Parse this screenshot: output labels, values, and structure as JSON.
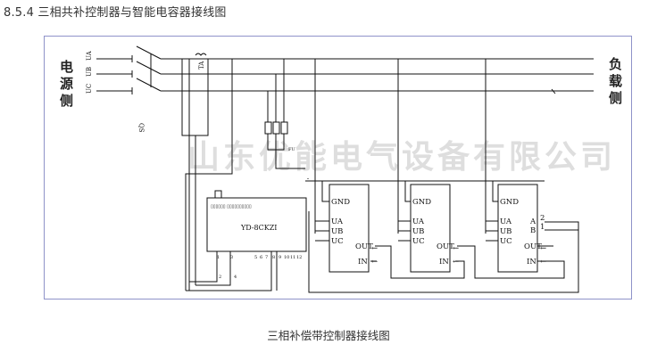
{
  "heading": "8.5.4 三相共补控制器与智能电容器接线图",
  "caption": "三相补偿带控制器接线图",
  "diagram": {
    "source_side_label": [
      "电",
      "源",
      "侧"
    ],
    "load_side_label": [
      "负",
      "载",
      "侧"
    ],
    "phases": [
      "UA",
      "UB",
      "UC"
    ],
    "breaker_label": "QS",
    "ct_label": "TA",
    "fuse_label": "FU",
    "watermark": "山东优能电气设备有限公司",
    "controller": {
      "model": "YD-8CKZI",
      "bottom_terminals": [
        "1",
        "3",
        "5",
        "6",
        "7",
        "8",
        "9",
        "10",
        "11",
        "12"
      ],
      "lower_terminals": [
        "2",
        "4"
      ]
    },
    "capacitors": [
      {
        "gnd": "GND",
        "inputs": [
          "UA",
          "UB",
          "UC"
        ],
        "out": "OUT",
        "in": "IN"
      },
      {
        "gnd": "GND",
        "inputs": [
          "UA",
          "UB",
          "UC"
        ],
        "out": "OUT",
        "in": "IN"
      },
      {
        "gnd": "GND",
        "inputs": [
          "UA",
          "UB",
          "UC"
        ],
        "out": "OUT",
        "in": "IN",
        "comm": [
          "A",
          "B"
        ],
        "comm_terminals": [
          "2",
          "1"
        ]
      }
    ]
  },
  "colors": {
    "frame": "#8f93c9",
    "line": "#111111",
    "watermark": "#d9d9d9"
  }
}
